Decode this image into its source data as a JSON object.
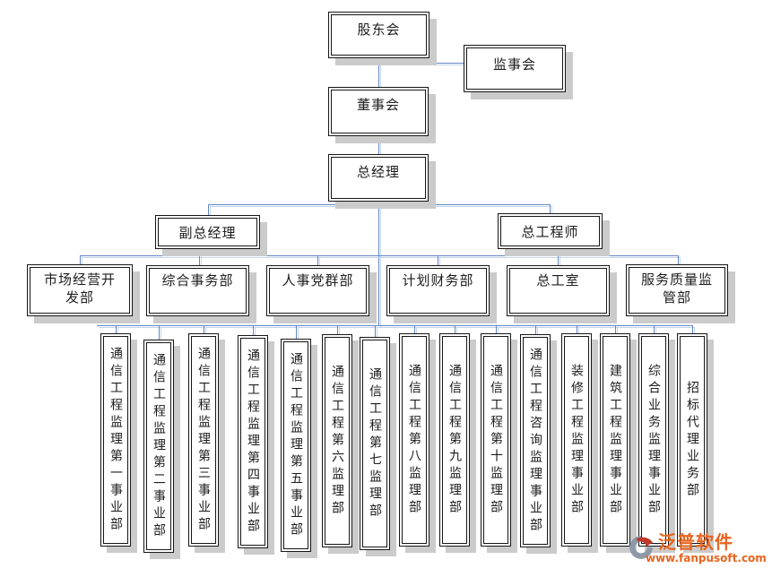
{
  "org": {
    "level_top": {
      "shareholders": "股东会",
      "supervisors": "监事会",
      "directors": "董事会",
      "general_manager": "总经理",
      "deputy_general_manager": "副总经理",
      "chief_engineer": "总工程师"
    },
    "departments": [
      "市场经营开发部",
      "综合事务部",
      "人事党群部",
      "计划财务部",
      "总工室",
      "服务质量监管部"
    ],
    "business_units": [
      "通信工程监理第一事业部",
      "通信工程监理第二事业部",
      "通信工程监理第三事业部",
      "通信工程监理第四事业部",
      "通信工程监理第五事业部",
      "通信工程第六监理部",
      "通信工程第七监理部",
      "通信工程第八监理部",
      "通信工程第九监理部",
      "通信工程第十监理部",
      "通信工程咨询监理事业部",
      "装修工程监理事业部",
      "建筑工程监理事业部",
      "综合业务监理事业部",
      "招标代理业务部"
    ]
  },
  "watermark": {
    "brand": "泛普软件",
    "url": "www.fanpusoft.com"
  },
  "colors": {
    "connector_line": "#6287c4",
    "connector_line_shadow": "#c3d4ec",
    "box_border": "#161616",
    "box_shadow": "#cbcbcb",
    "watermark_text": "#e8641e"
  }
}
